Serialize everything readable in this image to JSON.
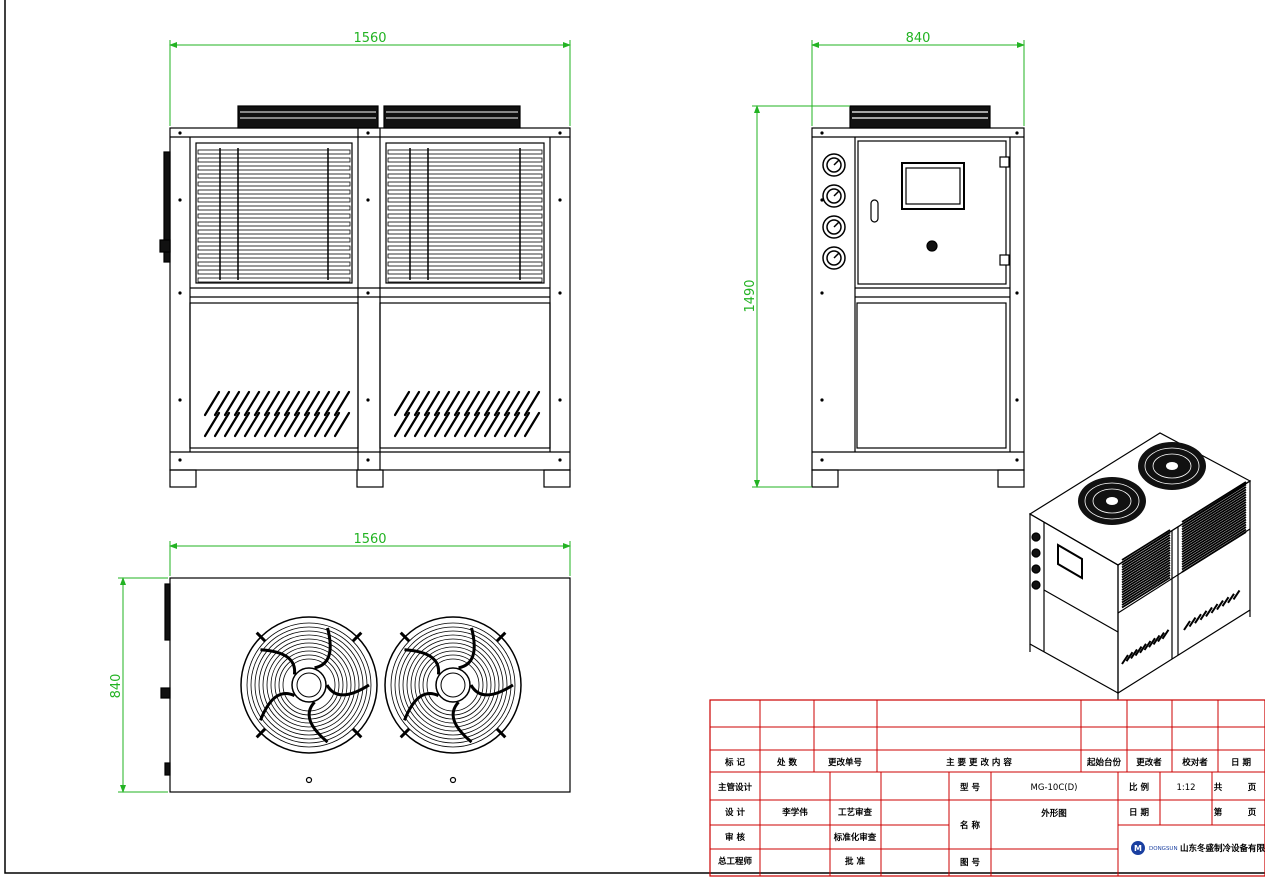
{
  "dimensions": {
    "front_width": "1560",
    "side_width": "840",
    "height": "1490",
    "top_width": "1560",
    "top_depth": "840"
  },
  "title_block": {
    "rev_headers": [
      "标 记",
      "处 数",
      "更改单号",
      "主 要 更 改 内 容",
      "起始台份",
      "更改者",
      "校对者",
      "日 期"
    ],
    "label_main_design": "主管设计",
    "label_designer": "设 计",
    "designer_name": "李学伟",
    "label_process_review": "工艺审查",
    "label_review": "审 核",
    "label_std_review": "标准化审查",
    "label_chief_engineer": "总工程师",
    "label_approve": "批 准",
    "label_model": "型 号",
    "model_value": "MG-10C(D)",
    "label_name": "名 称",
    "name_value": "外形图",
    "label_drawing_no": "图 号",
    "label_scale": "比 例",
    "scale_value": "1:12",
    "label_total": "共",
    "label_page_unit": "页",
    "label_date": "日 期",
    "label_sheet": "第",
    "label_sheet_unit": "页",
    "company_logo_text": "DONGSUN",
    "company_name": "山东冬盛制冷设备有限公司"
  },
  "colors": {
    "line": "#000000",
    "dimension": "#22b322",
    "title_block_line": "#cc0000"
  }
}
